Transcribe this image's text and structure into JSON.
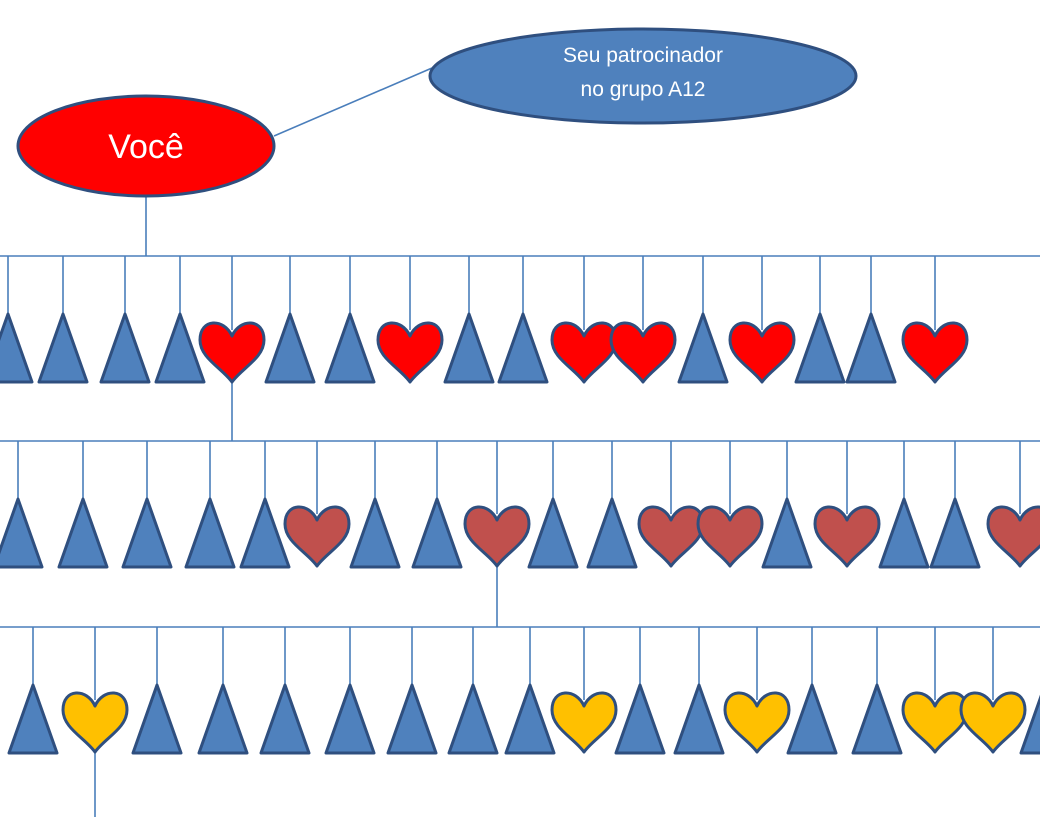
{
  "nodes": {
    "you": {
      "label": "Você",
      "fill": "#ff0000",
      "stroke": "#2f4f7f"
    },
    "sponsor": {
      "line1": "Seu patrocinador",
      "line2": "no grupo A12",
      "fill": "#4f81bd",
      "stroke": "#2f4f7f"
    }
  },
  "colors": {
    "line": "#4a7ebb",
    "triangle_fill": "#4f81bd",
    "shape_stroke": "#2f4f7f",
    "heart_level1": "#ff0000",
    "heart_level2": "#c0504d",
    "heart_level3": "#ffc000"
  },
  "levels": [
    {
      "name": "level-1",
      "heart_color_key": "heart_level1",
      "items": [
        "triangle",
        "triangle",
        "triangle",
        "triangle",
        "heart",
        "triangle",
        "triangle",
        "heart",
        "triangle",
        "triangle",
        "heart",
        "heart",
        "triangle",
        "heart",
        "triangle",
        "triangle",
        "heart"
      ]
    },
    {
      "name": "level-2",
      "heart_color_key": "heart_level2",
      "items": [
        "triangle",
        "triangle",
        "triangle",
        "triangle",
        "triangle",
        "heart",
        "triangle",
        "triangle",
        "heart",
        "triangle",
        "triangle",
        "heart",
        "heart",
        "triangle",
        "heart",
        "triangle",
        "triangle",
        "heart"
      ]
    },
    {
      "name": "level-3",
      "heart_color_key": "heart_level3",
      "items": [
        "triangle",
        "heart",
        "triangle",
        "triangle",
        "triangle",
        "triangle",
        "triangle",
        "triangle",
        "triangle",
        "heart",
        "triangle",
        "triangle",
        "heart",
        "triangle",
        "triangle",
        "heart",
        "heart",
        "triangle"
      ]
    }
  ]
}
